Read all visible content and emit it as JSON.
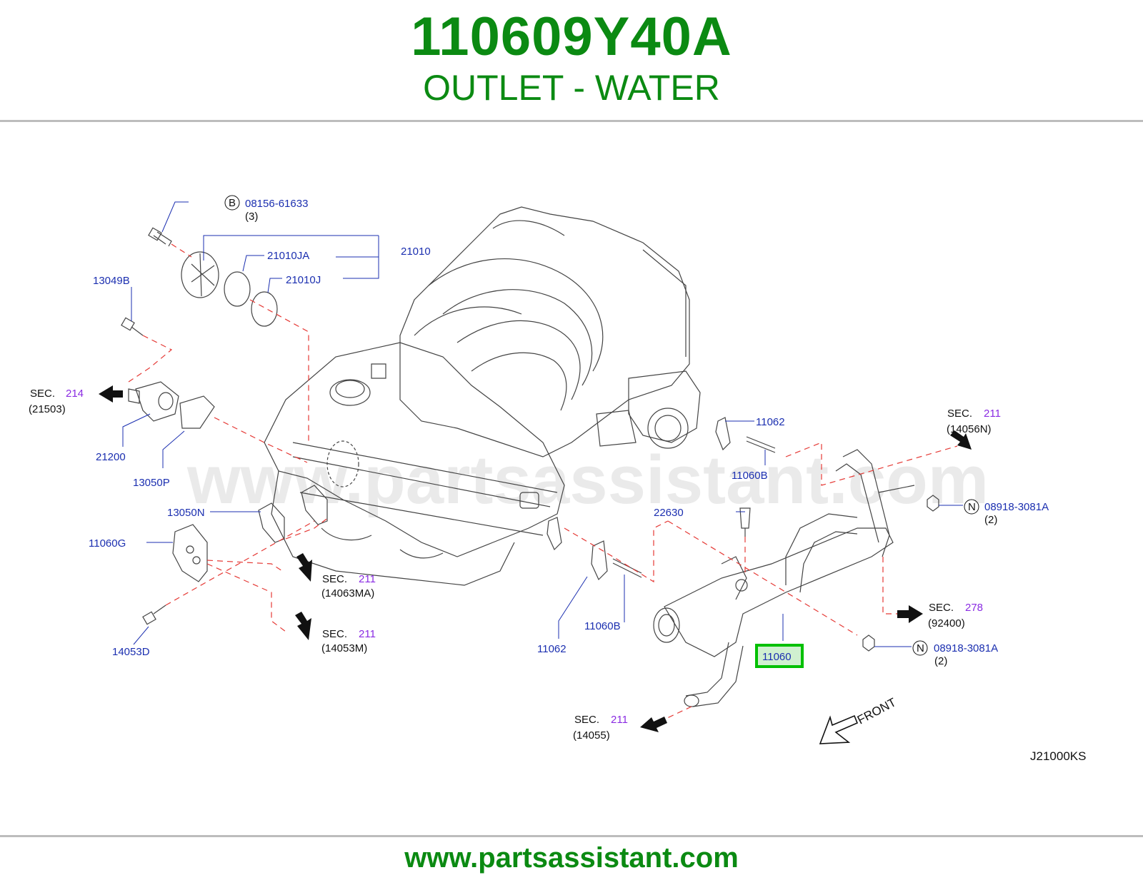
{
  "header": {
    "part_number": "110609Y40A",
    "description": "OUTLET - WATER"
  },
  "footer": {
    "site": "www.partsassistant.com"
  },
  "watermark": "www.partsassistant.com",
  "diagram_ref": "J21000KS",
  "front_label": "FRONT",
  "highlight_color": "#00c000",
  "callouts": {
    "bolt_b": {
      "badge": "B",
      "code": "08156-61633",
      "qty": "(3)"
    },
    "p21010": "21010",
    "p21010JA": "21010JA",
    "p21010J": "21010J",
    "p13049B": "13049B",
    "sec214": {
      "sec": "SEC.",
      "num": "214",
      "sub": "(21503)"
    },
    "p21200": "21200",
    "p13050P": "13050P",
    "p13050N": "13050N",
    "p11060G": "11060G",
    "p14053D": "14053D",
    "sec211_ma": {
      "sec": "SEC.",
      "num": "211",
      "sub": "(14063MA)"
    },
    "sec211_m": {
      "sec": "SEC.",
      "num": "211",
      "sub": "(14053M)"
    },
    "p11062_top": "11062",
    "p11060B_top": "11060B",
    "sec211_n": {
      "sec": "SEC.",
      "num": "211",
      "sub": "(14056N)"
    },
    "nut_top": {
      "badge": "N",
      "code": "08918-3081A",
      "qty": "(2)"
    },
    "p22630": "22630",
    "sec278": {
      "sec": "SEC.",
      "num": "278",
      "sub": "(92400)"
    },
    "p11062_bot": "11062",
    "p11060B_bot": "11060B",
    "p11060": "11060",
    "nut_bot": {
      "badge": "N",
      "code": "08918-3081A",
      "qty": "(2)"
    },
    "sec211_55": {
      "sec": "SEC.",
      "num": "211",
      "sub": "(14055)"
    }
  }
}
